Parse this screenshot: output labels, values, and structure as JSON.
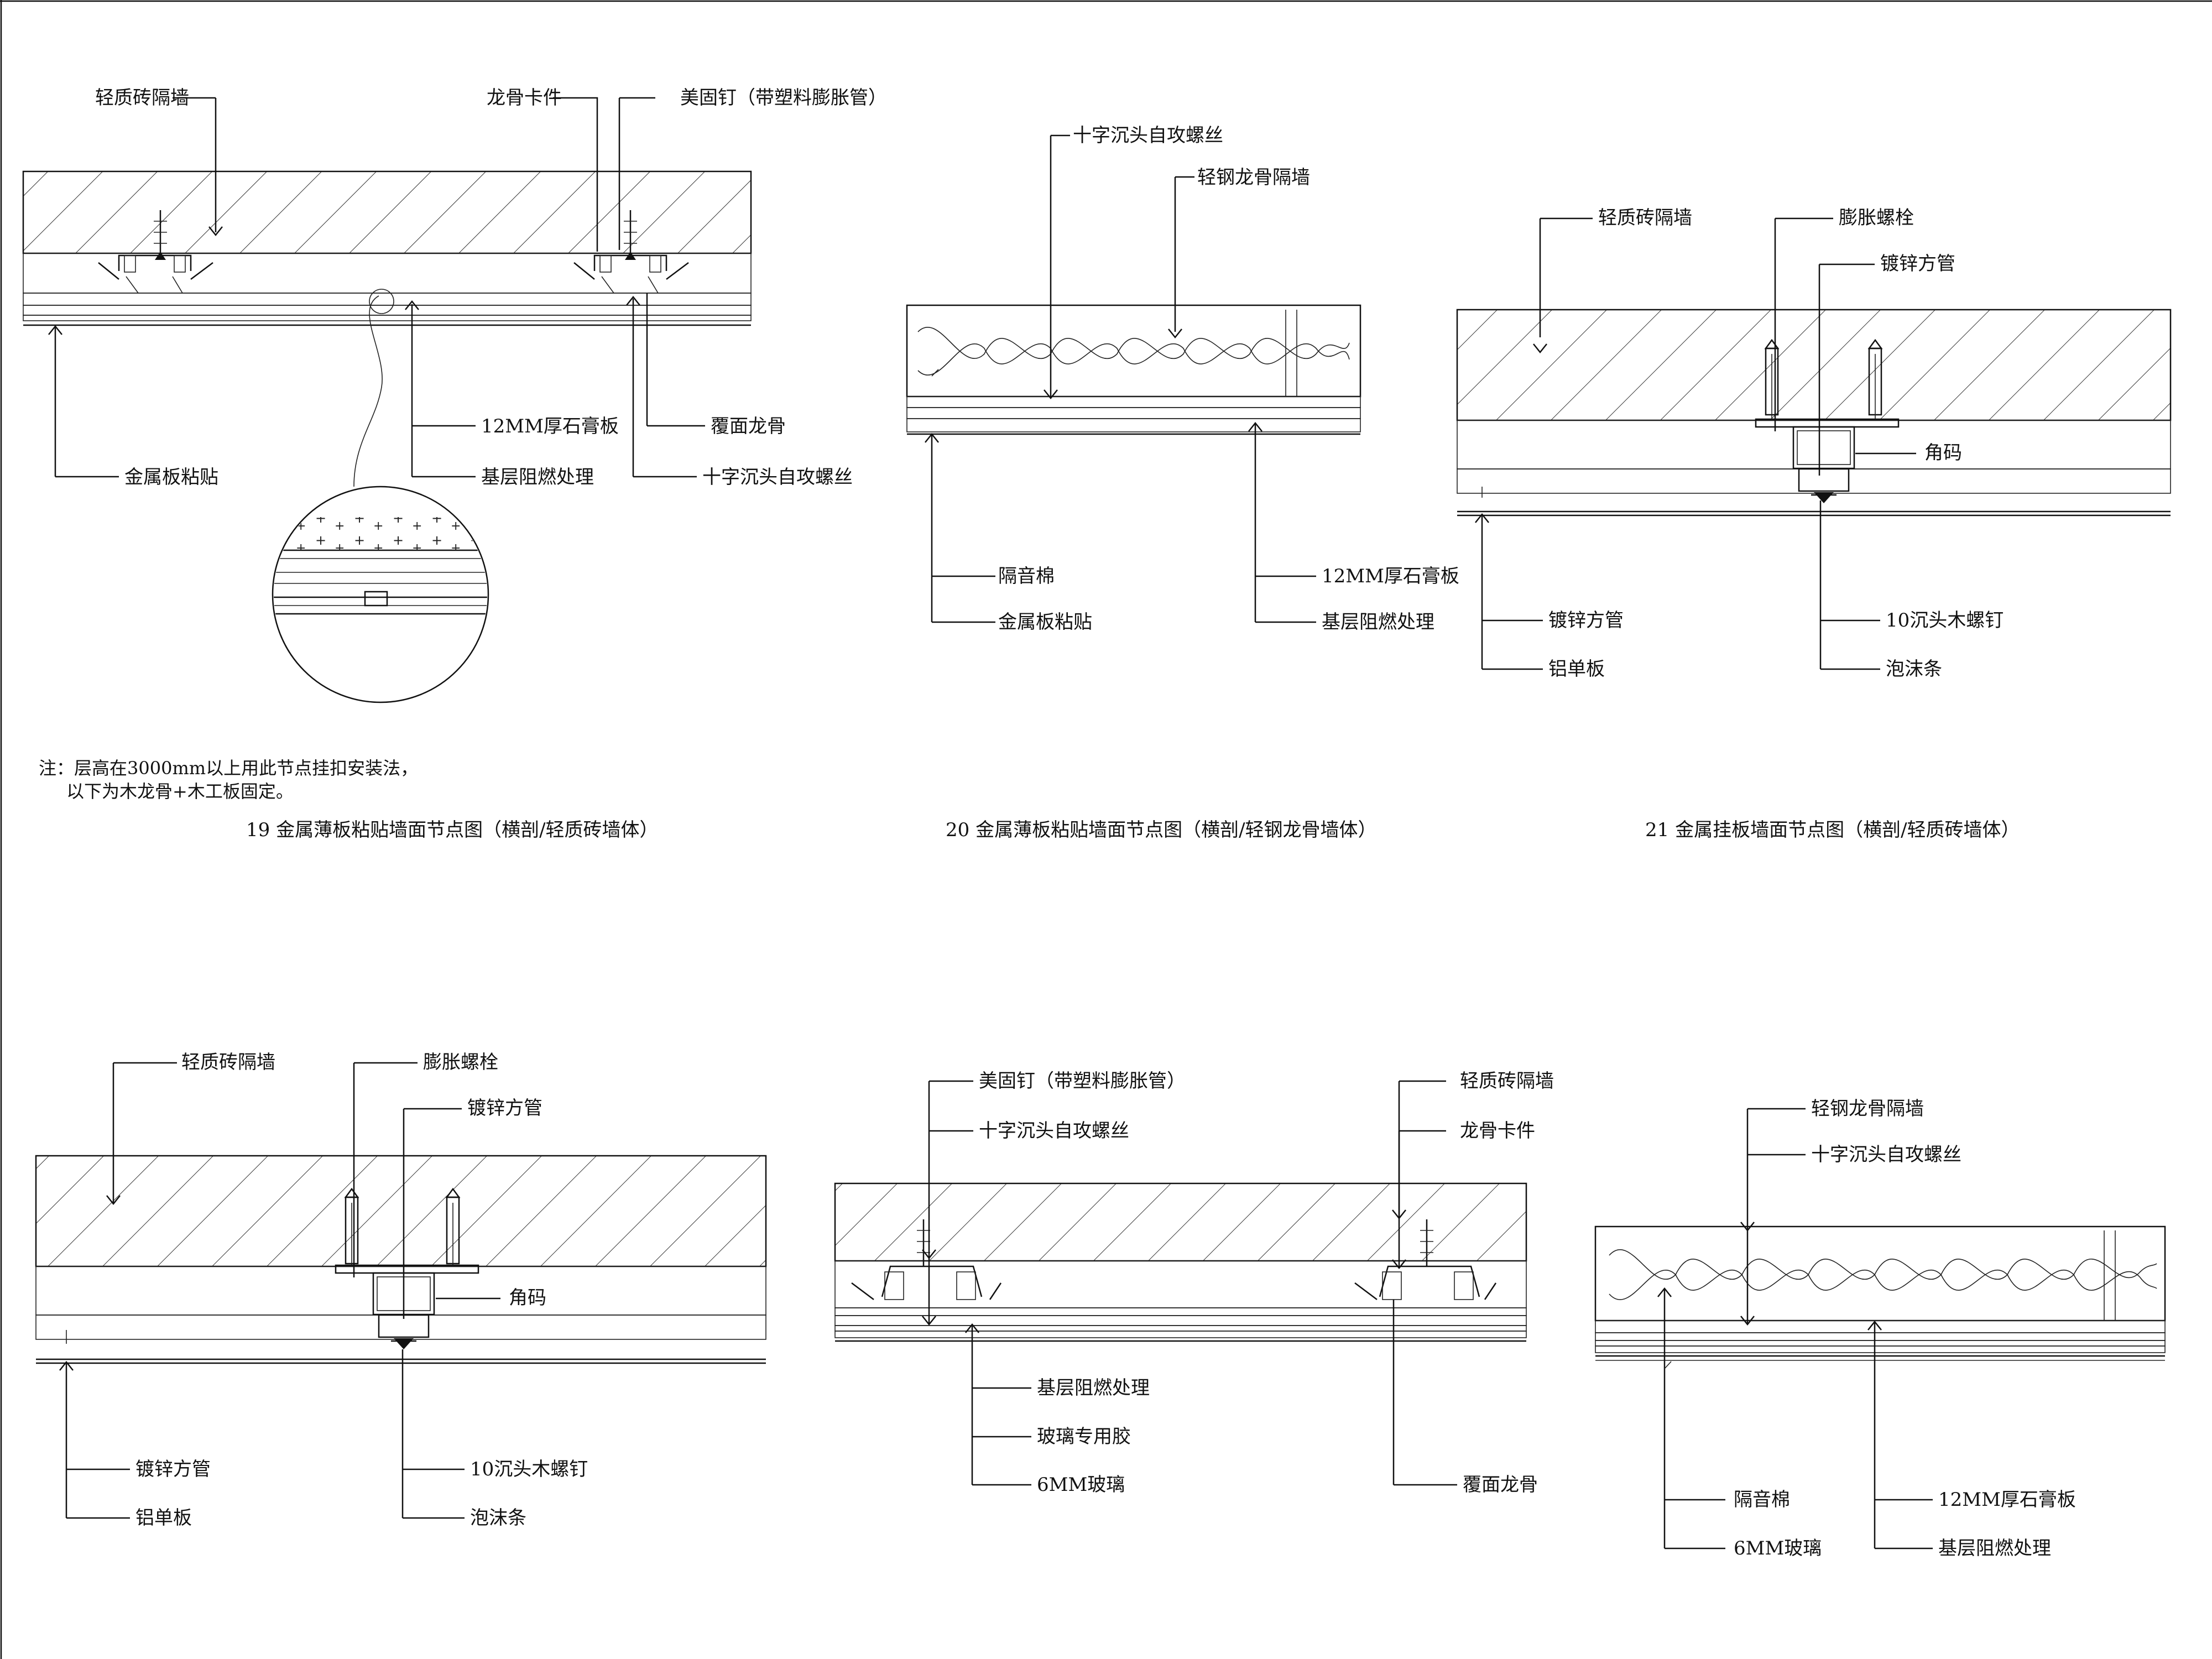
{
  "details": [
    {
      "id": "detail-19",
      "caption": "19  金属薄板粘贴墙面节点图（横剖/轻质砖墙体）",
      "labels": [
        "轻质砖隔墙",
        "龙骨卡件",
        "美固钉（带塑料膨胀管）",
        "12MM厚石膏板",
        "覆面龙骨",
        "基层阻燃处理",
        "十字沉头自攻螺丝",
        "金属板粘贴"
      ]
    },
    {
      "id": "detail-20",
      "caption": "20  金属薄板粘贴墙面节点图（横剖/轻钢龙骨墙体）",
      "labels": [
        "十字沉头自攻螺丝",
        "轻钢龙骨隔墙",
        "隔音棉",
        "12MM厚石膏板",
        "金属板粘贴",
        "基层阻燃处理"
      ]
    },
    {
      "id": "detail-21",
      "caption": "21  金属挂板墙面节点图（横剖/轻质砖墙体）",
      "labels": [
        "轻质砖隔墙",
        "膨胀螺栓",
        "镀锌方管",
        "角码",
        "镀锌方管",
        "10沉头木螺钉",
        "铝单板",
        "泡沫条"
      ]
    },
    {
      "id": "detail-22",
      "caption": "",
      "labels": [
        "轻质砖隔墙",
        "膨胀螺栓",
        "镀锌方管",
        "角码",
        "镀锌方管",
        "10沉头木螺钉",
        "铝单板",
        "泡沫条"
      ]
    },
    {
      "id": "detail-23",
      "caption": "",
      "labels": [
        "美固钉（带塑料膨胀管）",
        "十字沉头自攻螺丝",
        "轻质砖隔墙",
        "龙骨卡件",
        "基层阻燃处理",
        "玻璃专用胶",
        "6MM玻璃",
        "覆面龙骨"
      ]
    },
    {
      "id": "detail-24",
      "caption": "",
      "labels": [
        "轻钢龙骨隔墙",
        "十字沉头自攻螺丝",
        "隔音棉",
        "12MM厚石膏板",
        "6MM玻璃",
        "基层阻燃处理"
      ]
    }
  ],
  "note": {
    "line1": "注：层高在3000mm以上用此节点挂扣安装法，",
    "line2": "以下为木龙骨+木工板固定。"
  }
}
